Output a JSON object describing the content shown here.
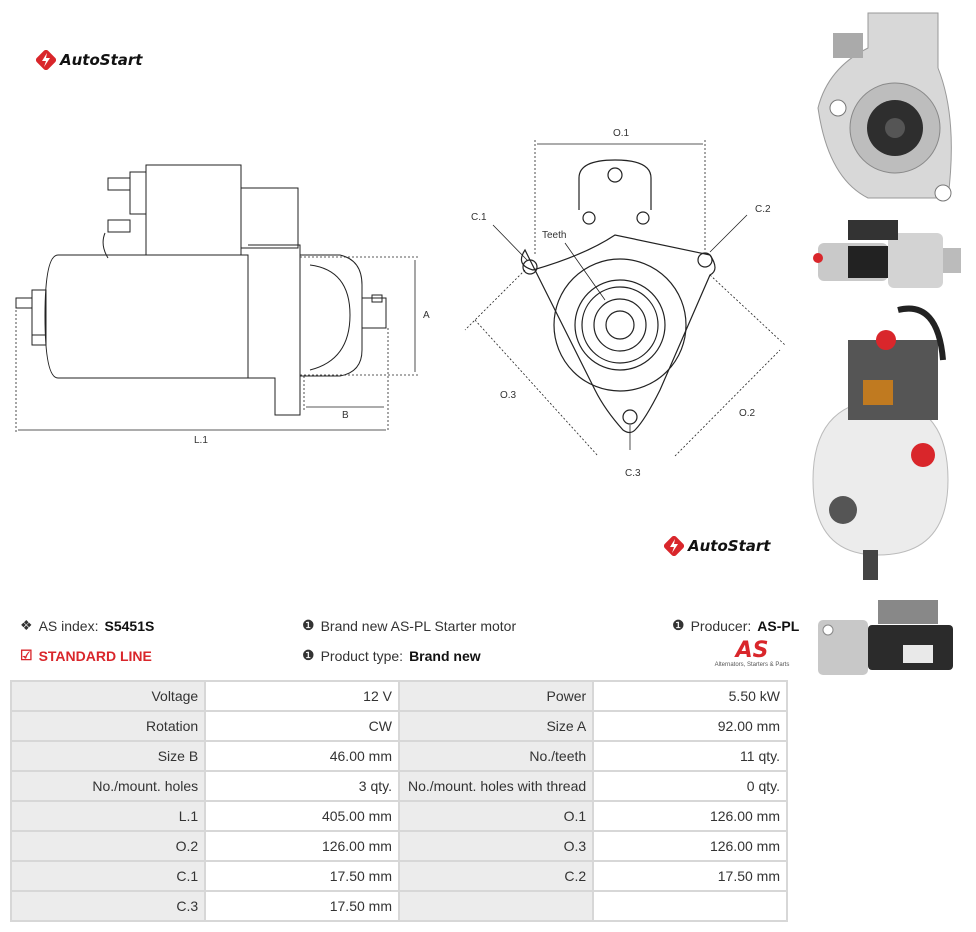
{
  "brand": {
    "name": "AutoStart"
  },
  "diagram_labels": {
    "o1": "O.1",
    "o2": "O.2",
    "o3": "O.3",
    "c1": "C.1",
    "c2": "C.2",
    "c3": "C.3",
    "teeth": "Teeth",
    "a": "A",
    "b": "B",
    "l1": "L.1"
  },
  "info": {
    "as_index_label": "AS index:",
    "as_index_value": "S5451S",
    "standard_line": "STANDARD LINE",
    "description": "Brand new AS-PL Starter motor",
    "product_type_label": "Product type:",
    "product_type_value": "Brand new",
    "producer_label": "Producer:",
    "producer_value": "AS-PL",
    "producer_logo_text": "AS",
    "producer_tagline": "Alternators, Starters & Parts"
  },
  "specs": [
    [
      "Voltage",
      "12 V",
      "Power",
      "5.50 kW"
    ],
    [
      "Rotation",
      "CW",
      "Size A",
      "92.00 mm"
    ],
    [
      "Size B",
      "46.00 mm",
      "No./teeth",
      "11 qty."
    ],
    [
      "No./mount. holes",
      "3 qty.",
      "No./mount. holes with thread",
      "0 qty."
    ],
    [
      "L.1",
      "405.00 mm",
      "O.1",
      "126.00 mm"
    ],
    [
      "O.2",
      "126.00 mm",
      "O.3",
      "126.00 mm"
    ],
    [
      "C.1",
      "17.50 mm",
      "C.2",
      "17.50 mm"
    ],
    [
      "C.3",
      "17.50 mm",
      "",
      ""
    ]
  ],
  "colors": {
    "accent_red": "#d9262b",
    "table_label_bg": "#ececec",
    "table_border": "#d7d7d7"
  }
}
